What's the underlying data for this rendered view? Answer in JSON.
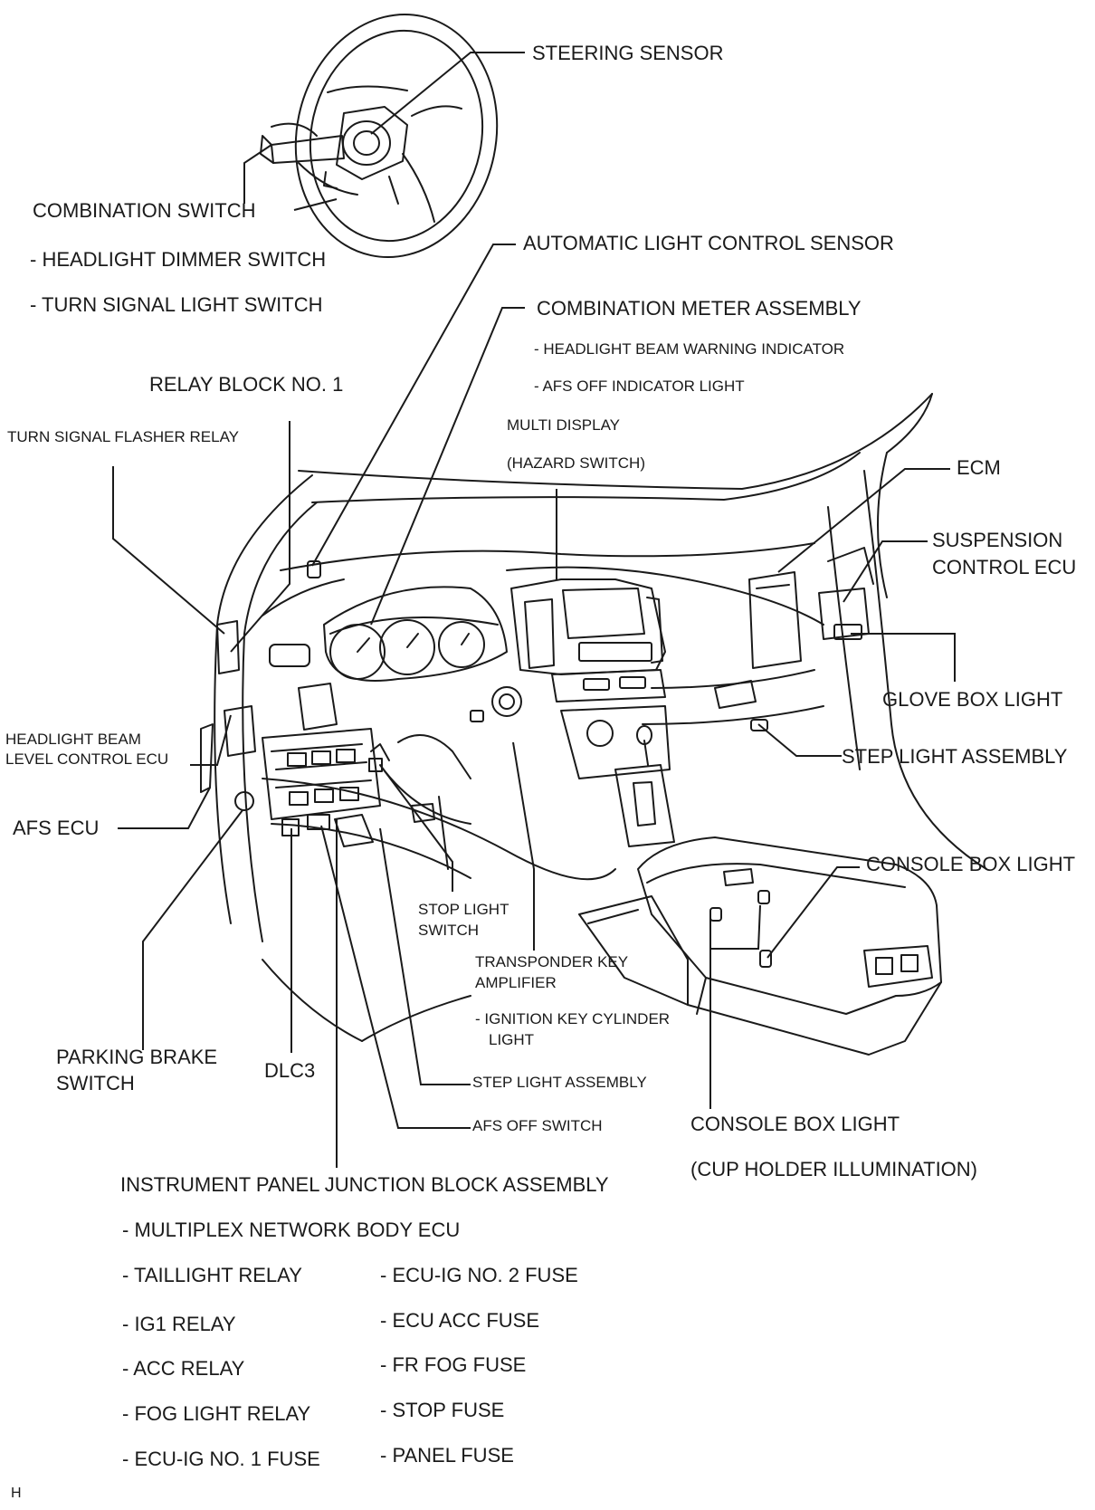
{
  "labels": {
    "steering_sensor": "STEERING SENSOR",
    "combination_switch": "COMBINATION SWITCH",
    "headlight_dimmer_switch": "-  HEADLIGHT DIMMER SWITCH",
    "turn_signal_light_switch": "-  TURN SIGNAL LIGHT SWITCH",
    "automatic_light_control_sensor": "AUTOMATIC LIGHT CONTROL SENSOR",
    "combination_meter_assembly": "COMBINATION METER ASSEMBLY",
    "headlight_beam_warning_indicator": "- HEADLIGHT BEAM WARNING INDICATOR",
    "afs_off_indicator_light": "- AFS OFF INDICATOR LIGHT",
    "multi_display": "MULTI DISPLAY",
    "hazard_switch": "(HAZARD SWITCH)",
    "relay_block_no1": "RELAY BLOCK NO. 1",
    "turn_signal_flasher_relay": "TURN SIGNAL FLASHER RELAY",
    "ecm": "ECM",
    "suspension_control_ecu_1": "SUSPENSION",
    "suspension_control_ecu_2": "CONTROL ECU",
    "glove_box_light": "GLOVE BOX LIGHT",
    "step_light_assembly_right": "STEP LIGHT ASSEMBLY",
    "headlight_beam_level_1": "HEADLIGHT BEAM",
    "headlight_beam_level_2": "LEVEL CONTROL ECU",
    "afs_ecu": "AFS ECU",
    "console_box_light_top": "CONSOLE BOX LIGHT",
    "stop_light_switch_1": "STOP LIGHT",
    "stop_light_switch_2": "SWITCH",
    "transponder_key_amplifier_1": "TRANSPONDER KEY",
    "transponder_key_amplifier_2": "AMPLIFIER",
    "ignition_key_cylinder_light_1": "-  IGNITION KEY CYLINDER",
    "ignition_key_cylinder_light_2": "LIGHT",
    "parking_brake_switch_1": "PARKING BRAKE",
    "parking_brake_switch_2": "SWITCH",
    "dlc3": "DLC3",
    "step_light_assembly_bottom": "STEP LIGHT ASSEMBLY",
    "afs_off_switch": "AFS OFF SWITCH",
    "console_box_light_bottom": "CONSOLE BOX LIGHT",
    "cup_holder_illumination": "(CUP HOLDER ILLUMINATION)",
    "instrument_panel_junction_block": "INSTRUMENT PANEL JUNCTION BLOCK ASSEMBLY",
    "footer_code": "H"
  },
  "junction_block_items": {
    "left": [
      "- MULTIPLEX NETWORK BODY ECU",
      "- TAILLIGHT RELAY",
      "- IG1 RELAY",
      "- ACC RELAY",
      "- FOG LIGHT RELAY",
      "- ECU-IG NO. 1 FUSE"
    ],
    "right": [
      "- ECU-IG NO. 2 FUSE",
      "- ECU ACC FUSE",
      "- FR FOG FUSE",
      "- STOP FUSE",
      "- PANEL FUSE"
    ]
  }
}
